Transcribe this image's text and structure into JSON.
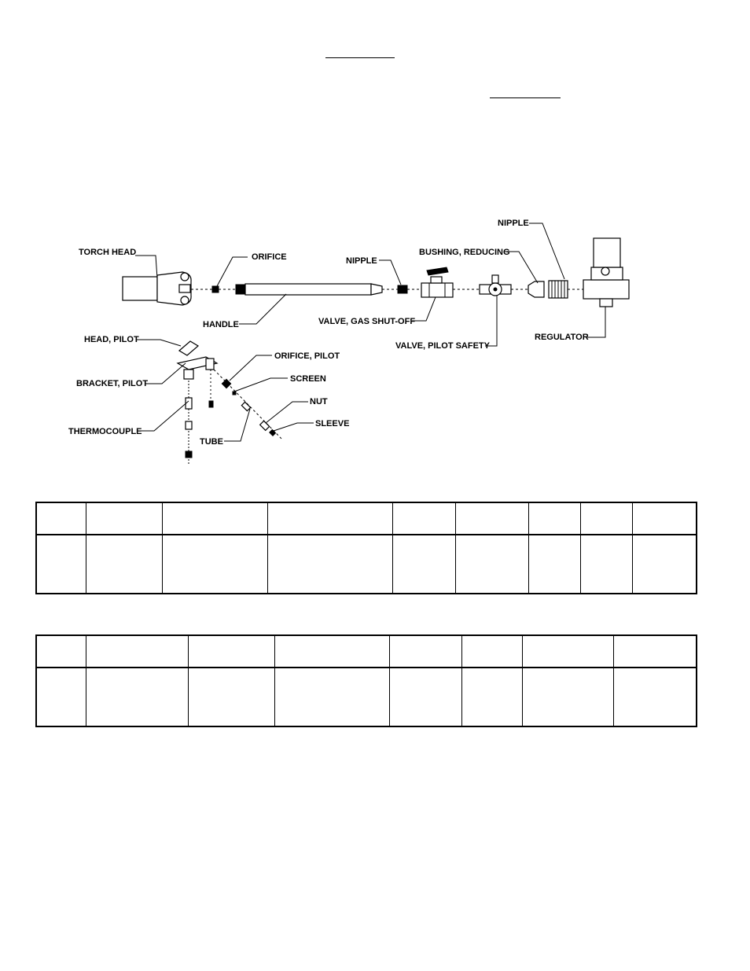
{
  "labels": {
    "torch_head": "TORCH HEAD",
    "orifice": "ORIFICE",
    "nipple_1": "NIPPLE",
    "bushing_reducing": "BUSHING, REDUCING",
    "nipple_2": "NIPPLE",
    "handle": "HANDLE",
    "valve_gas_shutoff": "VALVE, GAS SHUT-OFF",
    "valve_pilot_safety": "VALVE, PILOT SAFETY",
    "regulator": "REGULATOR",
    "head_pilot": "HEAD, PILOT",
    "bracket_pilot": "BRACKET, PILOT",
    "orifice_pilot": "ORIFICE, PILOT",
    "screen": "SCREEN",
    "nut": "NUT",
    "sleeve": "SLEEVE",
    "thermocouple": "THERMOCOUPLE",
    "tube": "TUBE"
  },
  "table_1": {
    "columns": 9,
    "rows": [
      [
        "",
        "",
        "",
        "",
        "",
        "",
        "",
        "",
        ""
      ],
      [
        "",
        "",
        "",
        "",
        "",
        "",
        "",
        "",
        ""
      ]
    ]
  },
  "table_2": {
    "columns": 8,
    "rows": [
      [
        "",
        "",
        "",
        "",
        "",
        "",
        "",
        ""
      ],
      [
        "",
        "",
        "",
        "",
        "",
        "",
        "",
        ""
      ]
    ]
  }
}
